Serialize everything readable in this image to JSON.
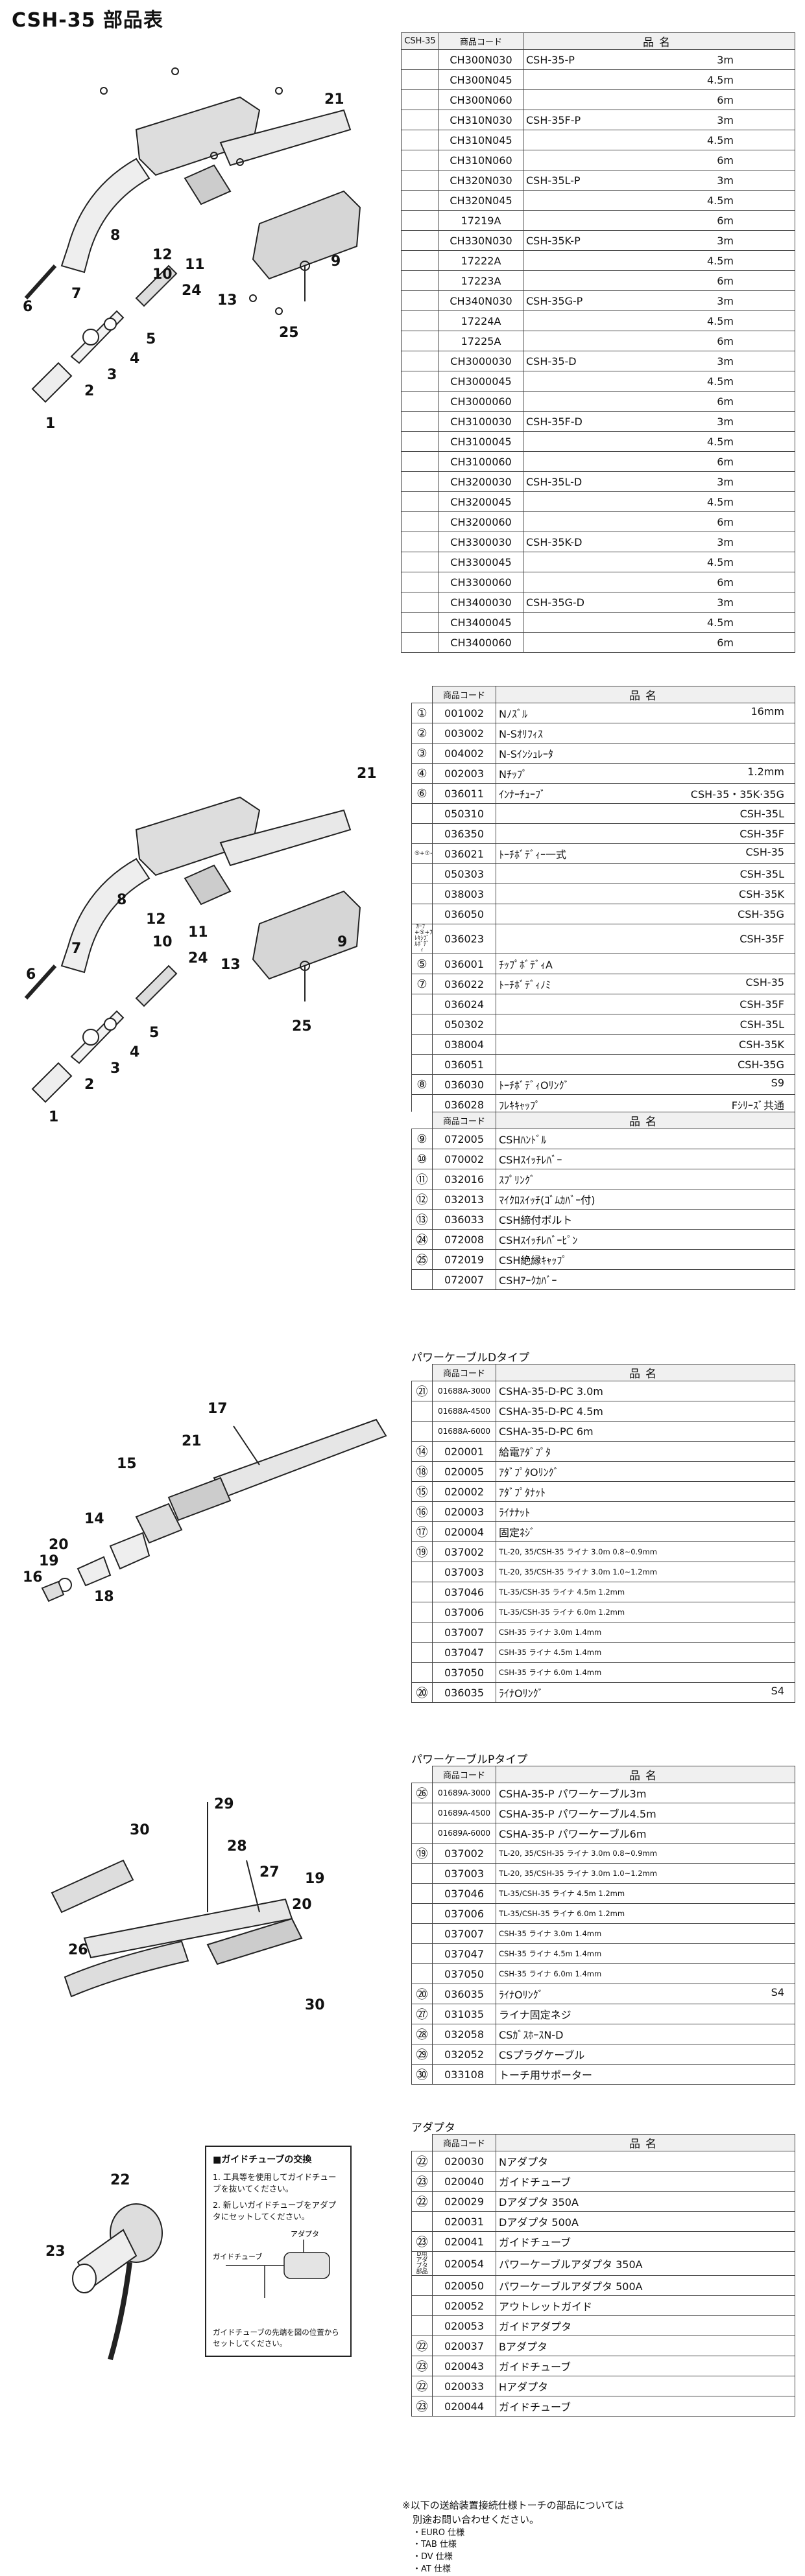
{
  "title": "CSH-35 部品表",
  "t1": {
    "headers": [
      "CSH-35",
      "商品コード",
      "品名"
    ],
    "rows": [
      {
        "code": "CH300N030",
        "name": "CSH-35-P",
        "len": "3m"
      },
      {
        "code": "CH300N045",
        "name": "",
        "len": "4.5m"
      },
      {
        "code": "CH300N060",
        "name": "",
        "len": "6m"
      },
      {
        "code": "CH310N030",
        "name": "CSH-35F-P",
        "len": "3m"
      },
      {
        "code": "CH310N045",
        "name": "",
        "len": "4.5m"
      },
      {
        "code": "CH310N060",
        "name": "",
        "len": "6m"
      },
      {
        "code": "CH320N030",
        "name": "CSH-35L-P",
        "len": "3m"
      },
      {
        "code": "CH320N045",
        "name": "",
        "len": "4.5m"
      },
      {
        "code": "17219A",
        "name": "",
        "len": "6m"
      },
      {
        "code": "CH330N030",
        "name": "CSH-35K-P",
        "len": "3m"
      },
      {
        "code": "17222A",
        "name": "",
        "len": "4.5m"
      },
      {
        "code": "17223A",
        "name": "",
        "len": "6m"
      },
      {
        "code": "CH340N030",
        "name": "CSH-35G-P",
        "len": "3m"
      },
      {
        "code": "17224A",
        "name": "",
        "len": "4.5m"
      },
      {
        "code": "17225A",
        "name": "",
        "len": "6m"
      },
      {
        "code": "CH3000030",
        "name": "CSH-35-D",
        "len": "3m"
      },
      {
        "code": "CH3000045",
        "name": "",
        "len": "4.5m"
      },
      {
        "code": "CH3000060",
        "name": "",
        "len": "6m"
      },
      {
        "code": "CH3100030",
        "name": "CSH-35F-D",
        "len": "3m"
      },
      {
        "code": "CH3100045",
        "name": "",
        "len": "4.5m"
      },
      {
        "code": "CH3100060",
        "name": "",
        "len": "6m"
      },
      {
        "code": "CH3200030",
        "name": "CSH-35L-D",
        "len": "3m"
      },
      {
        "code": "CH3200045",
        "name": "",
        "len": "4.5m"
      },
      {
        "code": "CH3200060",
        "name": "",
        "len": "6m"
      },
      {
        "code": "CH3300030",
        "name": "CSH-35K-D",
        "len": "3m"
      },
      {
        "code": "CH3300045",
        "name": "",
        "len": "4.5m"
      },
      {
        "code": "CH3300060",
        "name": "",
        "len": "6m"
      },
      {
        "code": "CH3400030",
        "name": "CSH-35G-D",
        "len": "3m"
      },
      {
        "code": "CH3400045",
        "name": "",
        "len": "4.5m"
      },
      {
        "code": "CH3400060",
        "name": "",
        "len": "6m"
      }
    ]
  },
  "t2": {
    "headers": [
      "商品コード",
      "品名"
    ],
    "rows": [
      {
        "idx": "①",
        "code": "001002",
        "name": "Nﾉｽﾞﾙ",
        "spec": "16mm"
      },
      {
        "idx": "②",
        "code": "003002",
        "name": "N-Sｵﾘﾌｨｽ",
        "spec": ""
      },
      {
        "idx": "③",
        "code": "004002",
        "name": "N-Sｲﾝｼｭﾚｰﾀ",
        "spec": ""
      },
      {
        "idx": "④",
        "code": "002003",
        "name": "Nﾁｯﾌﾟ",
        "spec": "1.2mm"
      },
      {
        "idx": "⑥",
        "code": "036011",
        "name": "ｲﾝﾅｰﾁｭｰﾌﾞ",
        "spec": "CSH-35・35K·35G"
      },
      {
        "idx": "",
        "code": "050310",
        "name": "",
        "spec": "CSH-35L"
      },
      {
        "idx": "",
        "code": "036350",
        "name": "",
        "spec": "CSH-35F"
      },
      {
        "idx": "⑤+⑦+⑧",
        "code": "036021",
        "name": "ﾄｰﾁﾎﾞﾃﾞｨｰ一式",
        "spec": "CSH-35"
      },
      {
        "idx": "",
        "code": "050303",
        "name": "",
        "spec": "CSH-35L"
      },
      {
        "idx": "",
        "code": "038003",
        "name": "",
        "spec": "CSH-35K"
      },
      {
        "idx": "",
        "code": "036050",
        "name": "",
        "spec": "CSH-35G"
      },
      {
        "idx": "ｶｰﾌﾞ+⑤+ﾌﾚｷｼﾌﾞﾙﾎﾞﾃﾞｨ",
        "code": "036023",
        "name": "",
        "spec": "CSH-35F"
      },
      {
        "idx": "⑤",
        "code": "036001",
        "name": "ﾁｯﾌﾟﾎﾞﾃﾞｨA",
        "spec": ""
      },
      {
        "idx": "⑦",
        "code": "036022",
        "name": "ﾄｰﾁﾎﾞﾃﾞｨﾉﾐ",
        "spec": "CSH-35"
      },
      {
        "idx": "",
        "code": "036024",
        "name": "",
        "spec": "CSH-35F"
      },
      {
        "idx": "",
        "code": "050302",
        "name": "",
        "spec": "CSH-35L"
      },
      {
        "idx": "",
        "code": "038004",
        "name": "",
        "spec": "CSH-35K"
      },
      {
        "idx": "",
        "code": "036051",
        "name": "",
        "spec": "CSH-35G"
      },
      {
        "idx": "⑧",
        "code": "036030",
        "name": "ﾄｰﾁﾎﾞﾃﾞｨOﾘﾝｸﾞ",
        "spec": "S9"
      },
      {
        "idx": "",
        "code": "036028",
        "name": "ﾌﾚｷｷｬｯﾌﾟ",
        "spec": "Fｼﾘｰｽﾞ共通"
      }
    ]
  },
  "t3": {
    "headers": [
      "商品コード",
      "品名"
    ],
    "rows": [
      {
        "idx": "⑨",
        "code": "072005",
        "name": "CSHﾊﾝﾄﾞﾙ"
      },
      {
        "idx": "⑩",
        "code": "070002",
        "name": "CSHｽｲｯﾁﾚﾊﾞｰ"
      },
      {
        "idx": "⑪",
        "code": "032016",
        "name": "ｽﾌﾟﾘﾝｸﾞ"
      },
      {
        "idx": "⑫",
        "code": "032013",
        "name": "ﾏｲｸﾛｽｲｯﾁ(ｺﾞﾑｶﾊﾞｰ付)"
      },
      {
        "idx": "⑬",
        "code": "036033",
        "name": "CSH締付ボルト"
      },
      {
        "idx": "㉔",
        "code": "072008",
        "name": "CSHｽｲｯﾁﾚﾊﾞｰﾋﾟﾝ"
      },
      {
        "idx": "㉕",
        "code": "072019",
        "name": "CSH絶縁ｷｬｯﾌﾟ"
      },
      {
        "idx": "",
        "code": "072007",
        "name": "CSHｱｰｸｶﾊﾞｰ"
      }
    ]
  },
  "t4": {
    "title": "パワーケーブルDタイプ",
    "headers": [
      "商品コード",
      "品名"
    ],
    "rows": [
      {
        "idx": "㉑",
        "code": "01688A-3000",
        "name": "CSHA-35-D-PC 3.0m",
        "small": false,
        "cs": true
      },
      {
        "idx": "",
        "code": "01688A-4500",
        "name": "CSHA-35-D-PC 4.5m",
        "small": false,
        "cs": true
      },
      {
        "idx": "",
        "code": "01688A-6000",
        "name": "CSHA-35-D-PC 6m",
        "small": false,
        "cs": true
      },
      {
        "idx": "⑭",
        "code": "020001",
        "name": "給電ｱﾀﾞﾌﾟﾀ",
        "small": false
      },
      {
        "idx": "⑱",
        "code": "020005",
        "name": "ｱﾀﾞﾌﾟﾀOﾘﾝｸﾞ",
        "small": false
      },
      {
        "idx": "⑮",
        "code": "020002",
        "name": "ｱﾀﾞﾌﾟﾀﾅｯﾄ",
        "small": false
      },
      {
        "idx": "⑯",
        "code": "020003",
        "name": "ﾗｲﾅﾅｯﾄ",
        "small": false
      },
      {
        "idx": "⑰",
        "code": "020004",
        "name": "固定ﾈｼﾞ",
        "small": false
      },
      {
        "idx": "⑲",
        "code": "037002",
        "name": "TL-20, 35/CSH-35 ライナ 3.0m 0.8~0.9mm",
        "small": true
      },
      {
        "idx": "",
        "code": "037003",
        "name": "TL-20, 35/CSH-35 ライナ 3.0m 1.0~1.2mm",
        "small": true
      },
      {
        "idx": "",
        "code": "037046",
        "name": "TL-35/CSH-35 ライナ 4.5m 1.2mm",
        "small": true
      },
      {
        "idx": "",
        "code": "037006",
        "name": "TL-35/CSH-35 ライナ 6.0m 1.2mm",
        "small": true
      },
      {
        "idx": "",
        "code": "037007",
        "name": "CSH-35 ライナ 3.0m 1.4mm",
        "small": true
      },
      {
        "idx": "",
        "code": "037047",
        "name": "CSH-35 ライナ 4.5m 1.4mm",
        "small": true
      },
      {
        "idx": "",
        "code": "037050",
        "name": "CSH-35 ライナ 6.0m 1.4mm",
        "small": true
      },
      {
        "idx": "⑳",
        "code": "036035",
        "name": "ﾗｲﾅOﾘﾝｸﾞ",
        "spec": "S4",
        "small": false
      }
    ]
  },
  "t5": {
    "title": "パワーケーブルPタイプ",
    "headers": [
      "商品コード",
      "品名"
    ],
    "rows": [
      {
        "idx": "㉖",
        "code": "01689A-3000",
        "name": "CSHA-35-P パワーケーブル3m",
        "small": false,
        "cs": true
      },
      {
        "idx": "",
        "code": "01689A-4500",
        "name": "CSHA-35-P パワーケーブル4.5m",
        "small": false,
        "cs": true
      },
      {
        "idx": "",
        "code": "01689A-6000",
        "name": "CSHA-35-P パワーケーブル6m",
        "small": false,
        "cs": true
      },
      {
        "idx": "⑲",
        "code": "037002",
        "name": "TL-20, 35/CSH-35 ライナ 3.0m 0.8~0.9mm",
        "small": true
      },
      {
        "idx": "",
        "code": "037003",
        "name": "TL-20, 35/CSH-35 ライナ 3.0m 1.0~1.2mm",
        "small": true
      },
      {
        "idx": "",
        "code": "037046",
        "name": "TL-35/CSH-35 ライナ 4.5m 1.2mm",
        "small": true
      },
      {
        "idx": "",
        "code": "037006",
        "name": "TL-35/CSH-35 ライナ 6.0m 1.2mm",
        "small": true
      },
      {
        "idx": "",
        "code": "037007",
        "name": "CSH-35 ライナ 3.0m 1.4mm",
        "small": true
      },
      {
        "idx": "",
        "code": "037047",
        "name": "CSH-35 ライナ 4.5m 1.4mm",
        "small": true
      },
      {
        "idx": "",
        "code": "037050",
        "name": "CSH-35 ライナ 6.0m 1.4mm",
        "small": true
      },
      {
        "idx": "⑳",
        "code": "036035",
        "name": "ﾗｲﾅOﾘﾝｸﾞ",
        "spec": "S4",
        "small": false
      },
      {
        "idx": "㉗",
        "code": "031035",
        "name": "ライナ固定ネジ",
        "small": false
      },
      {
        "idx": "㉘",
        "code": "032058",
        "name": "CSｶﾞｽﾎｰｽN-D",
        "small": false
      },
      {
        "idx": "㉙",
        "code": "032052",
        "name": "CSプラグケーブル",
        "small": false
      },
      {
        "idx": "㉚",
        "code": "033108",
        "name": "トーチ用サポーター",
        "small": false
      }
    ]
  },
  "t6": {
    "title": "アダプタ",
    "headers": [
      "商品コード",
      "品名"
    ],
    "rows": [
      {
        "idx": "㉒",
        "code": "020030",
        "name": "Nアダプタ"
      },
      {
        "idx": "㉓",
        "code": "020040",
        "name": "ガイドチューブ"
      },
      {
        "idx": "㉒",
        "code": "020029",
        "name": "Dアダプタ 350A"
      },
      {
        "idx": "",
        "code": "020031",
        "name": "Dアダプタ 500A"
      },
      {
        "idx": "㉓",
        "code": "020041",
        "name": "ガイドチューブ"
      },
      {
        "idx": "D用 アダプタ 部品",
        "code": "020054",
        "name": "パワーケーブルアダプタ 350A"
      },
      {
        "idx": "",
        "code": "020050",
        "name": "パワーケーブルアダプタ 500A"
      },
      {
        "idx": "",
        "code": "020052",
        "name": "アウトレットガイド"
      },
      {
        "idx": "",
        "code": "020053",
        "name": "ガイドアダプタ"
      },
      {
        "idx": "㉒",
        "code": "020037",
        "name": "Bアダプタ"
      },
      {
        "idx": "㉓",
        "code": "020043",
        "name": "ガイドチューブ"
      },
      {
        "idx": "㉒",
        "code": "020033",
        "name": "Hアダプタ"
      },
      {
        "idx": "㉓",
        "code": "020044",
        "name": "ガイドチューブ"
      }
    ]
  },
  "guide": {
    "heading": "■ガイドチューブの交換",
    "items": [
      "1. 工具等を使用してガイドチューブを抜いてください。",
      "2. 新しいガイドチューブをアダプタにセットしてください。"
    ],
    "label_adapter": "アダプタ",
    "label_tube": "ガイドチューブ",
    "caption": "ガイドチューブの先端を図の位置からセットしてください。"
  },
  "footnote": {
    "lines": [
      "※以下の送給装置接続仕様トーチの部品については",
      "別途お問い合わせください。"
    ],
    "items": [
      "・EURO 仕様",
      "・TAB 仕様",
      "・DV 仕様",
      "・AT 仕様"
    ]
  },
  "fig1": {
    "labels": [
      "21",
      "8",
      "12",
      "10",
      "11",
      "9",
      "6",
      "7",
      "24",
      "13",
      "25",
      "5",
      "4",
      "3",
      "2",
      "1"
    ]
  },
  "fig2": {
    "labels": [
      "21",
      "8",
      "12",
      "10",
      "11",
      "9",
      "6",
      "7",
      "24",
      "13",
      "25",
      "5",
      "4",
      "3",
      "2",
      "1"
    ]
  },
  "fig3": {
    "labels": [
      "17",
      "21",
      "15",
      "14",
      "20",
      "19",
      "16",
      "18"
    ]
  },
  "fig4": {
    "labels": [
      "29",
      "30",
      "28",
      "27",
      "19",
      "20",
      "26",
      "30"
    ]
  },
  "fig5": {
    "labels": [
      "22",
      "23"
    ]
  }
}
